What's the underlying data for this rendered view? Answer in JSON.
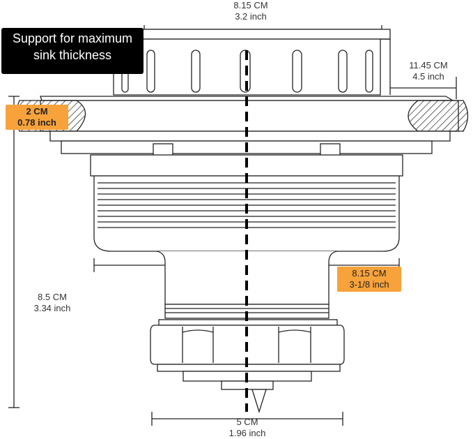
{
  "callout": {
    "line1": "Support for maximum",
    "line2": "sink thickness"
  },
  "dimensions": {
    "top_width": {
      "cm": "8.15  CM",
      "inch": "3.2 inch"
    },
    "overall_width": {
      "cm": "11.45  CM",
      "inch": "4.5 inch"
    },
    "sink_thickness": {
      "cm": "2 CM",
      "inch": "0.78 inch"
    },
    "body_width": {
      "cm": "8.15 CM",
      "inch": "3-1/8 inch"
    },
    "height": {
      "cm": "8.5 CM",
      "inch": "3.34 inch"
    },
    "bottom_width": {
      "cm": "5 CM",
      "inch": "1.96 inch"
    }
  },
  "colors": {
    "badge": "#f7a23b",
    "callout_bg": "#000000",
    "line": "#222222"
  }
}
